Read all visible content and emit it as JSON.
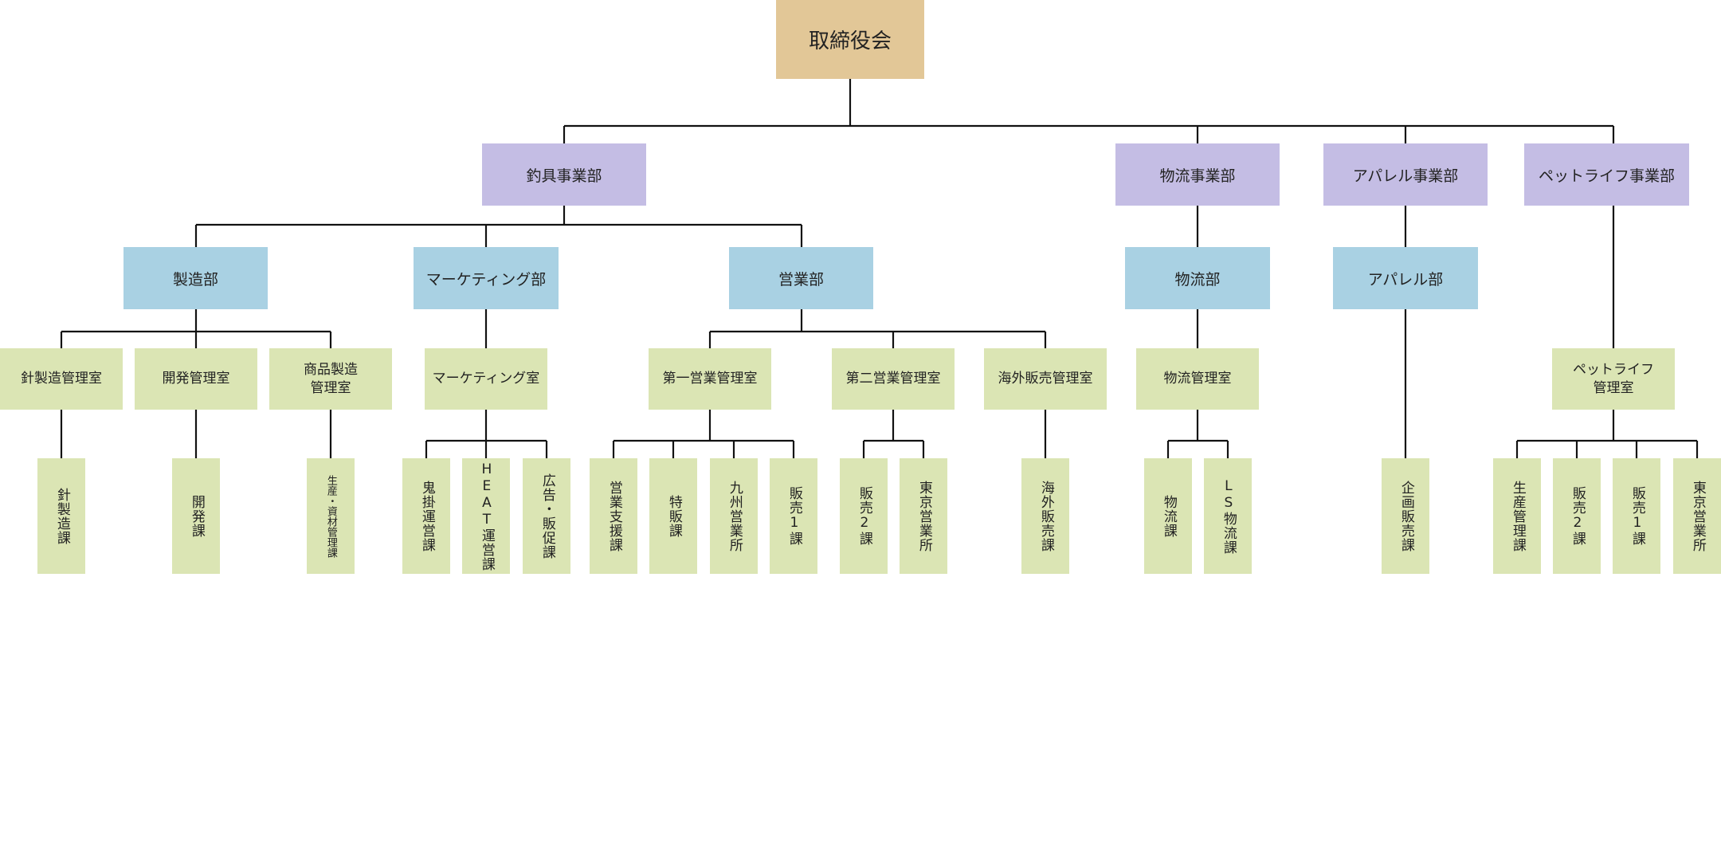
{
  "board": {
    "label": "取締役会"
  },
  "divisions": {
    "fishing": {
      "label": "釣具事業部"
    },
    "logistics": {
      "label": "物流事業部"
    },
    "apparel": {
      "label": "アパレル事業部"
    },
    "petlife": {
      "label": "ペットライフ事業部"
    }
  },
  "departments": {
    "manufacturing": {
      "label": "製造部"
    },
    "marketing": {
      "label": "マーケティング部"
    },
    "sales": {
      "label": "営業部"
    },
    "logistics": {
      "label": "物流部"
    },
    "apparel": {
      "label": "アパレル部"
    }
  },
  "rooms": {
    "needle_mfg": {
      "label": "針製造管理室"
    },
    "development": {
      "label": "開発管理室"
    },
    "product_mfg": {
      "label": "商品製造\n管理室"
    },
    "marketing": {
      "label": "マーケティング室"
    },
    "sales1": {
      "label": "第一営業管理室"
    },
    "sales2": {
      "label": "第二営業管理室"
    },
    "overseas": {
      "label": "海外販売管理室"
    },
    "logistics": {
      "label": "物流管理室"
    },
    "petlife": {
      "label": "ペットライフ\n管理室"
    }
  },
  "sections": {
    "needle_mfg": {
      "label": "針製造課"
    },
    "development": {
      "label": "開発課"
    },
    "production_material": {
      "label": "生産・資材管理課"
    },
    "onikake": {
      "label": "鬼掛運営課"
    },
    "heat": {
      "label": "HEAT運営課"
    },
    "ad_promo": {
      "label": "広告・販促課"
    },
    "sales_support": {
      "label": "営業支援課"
    },
    "special_sales": {
      "label": "特販課"
    },
    "kyushu_office": {
      "label": "九州営業所"
    },
    "sales_1": {
      "label": "販売1課"
    },
    "sales_2": {
      "label": "販売2課"
    },
    "tokyo_office": {
      "label": "東京営業所"
    },
    "overseas_sales": {
      "label": "海外販売課"
    },
    "logistics": {
      "label": "物流課"
    },
    "ls_logistics": {
      "label": "LS物流課"
    },
    "planning_sales": {
      "label": "企画販売課"
    },
    "pet_production": {
      "label": "生産管理課"
    },
    "pet_sales_2": {
      "label": "販売2課"
    },
    "pet_sales_1": {
      "label": "販売1課"
    },
    "pet_tokyo_office": {
      "label": "東京営業所"
    }
  }
}
